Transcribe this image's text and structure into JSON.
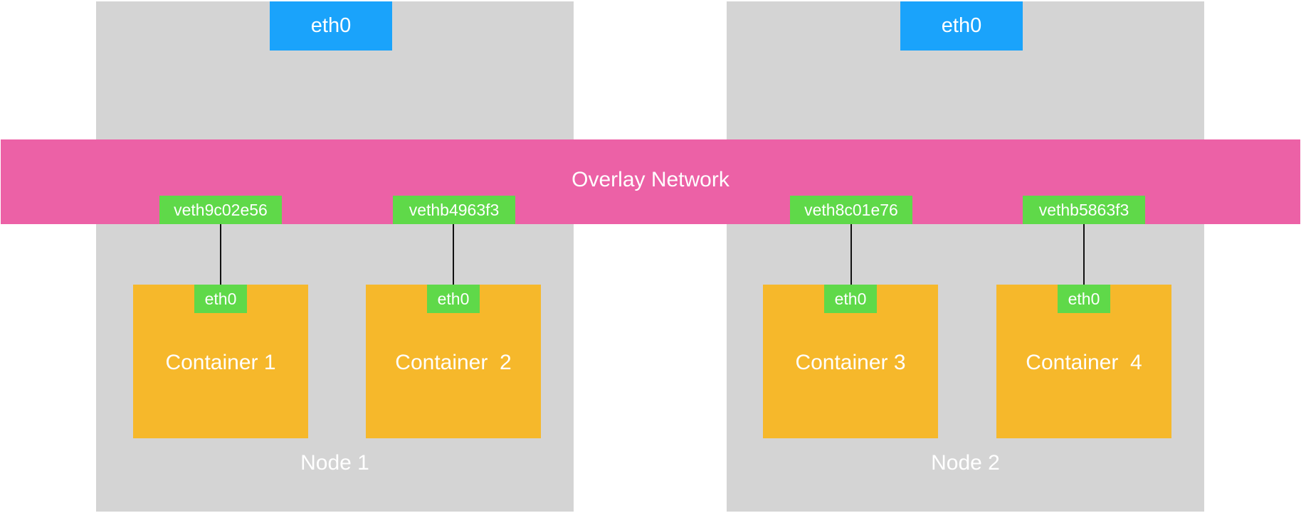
{
  "nodes": [
    {
      "label": "Node 1",
      "host_interface": "eth0"
    },
    {
      "label": "Node 2",
      "host_interface": "eth0"
    }
  ],
  "overlay": {
    "label": "Overlay Network"
  },
  "containers": [
    {
      "label": "Container 1",
      "interface": "eth0",
      "veth": "veth9c02e56"
    },
    {
      "label": "Container  2",
      "interface": "eth0",
      "veth": "vethb4963f3"
    },
    {
      "label": "Container 3",
      "interface": "eth0",
      "veth": "veth8c01e76"
    },
    {
      "label": "Container  4",
      "interface": "eth0",
      "veth": "vethb5863f3"
    }
  ],
  "colors": {
    "node": "#d4d4d4",
    "host_interface": "#1aa3fb",
    "overlay": "#ec61a6",
    "veth": "#5fd949",
    "container": "#f6b82b"
  }
}
